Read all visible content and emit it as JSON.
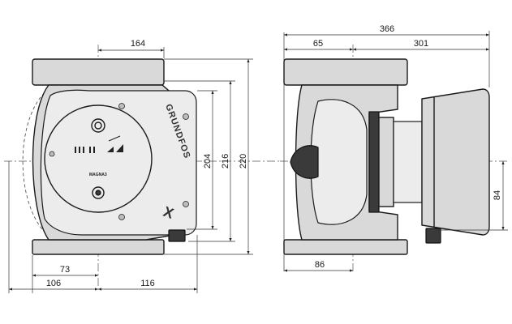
{
  "brand": {
    "name": "GRUNDFOS",
    "mark": "X",
    "model_label": "MAGNA3"
  },
  "front_view": {
    "dims": {
      "width_top": "164",
      "height_204": "204",
      "height_216": "216",
      "height_220": "220",
      "offset_73": "73",
      "offset_106": "106",
      "offset_116": "116"
    }
  },
  "side_view": {
    "dims": {
      "overall_width": "366",
      "left_65": "65",
      "right_301": "301",
      "bottom_86": "86",
      "height_84": "84"
    }
  },
  "colors": {
    "body": "#d9d9d9",
    "outline": "#1b1b1b",
    "dark": "#3a3a3a"
  }
}
